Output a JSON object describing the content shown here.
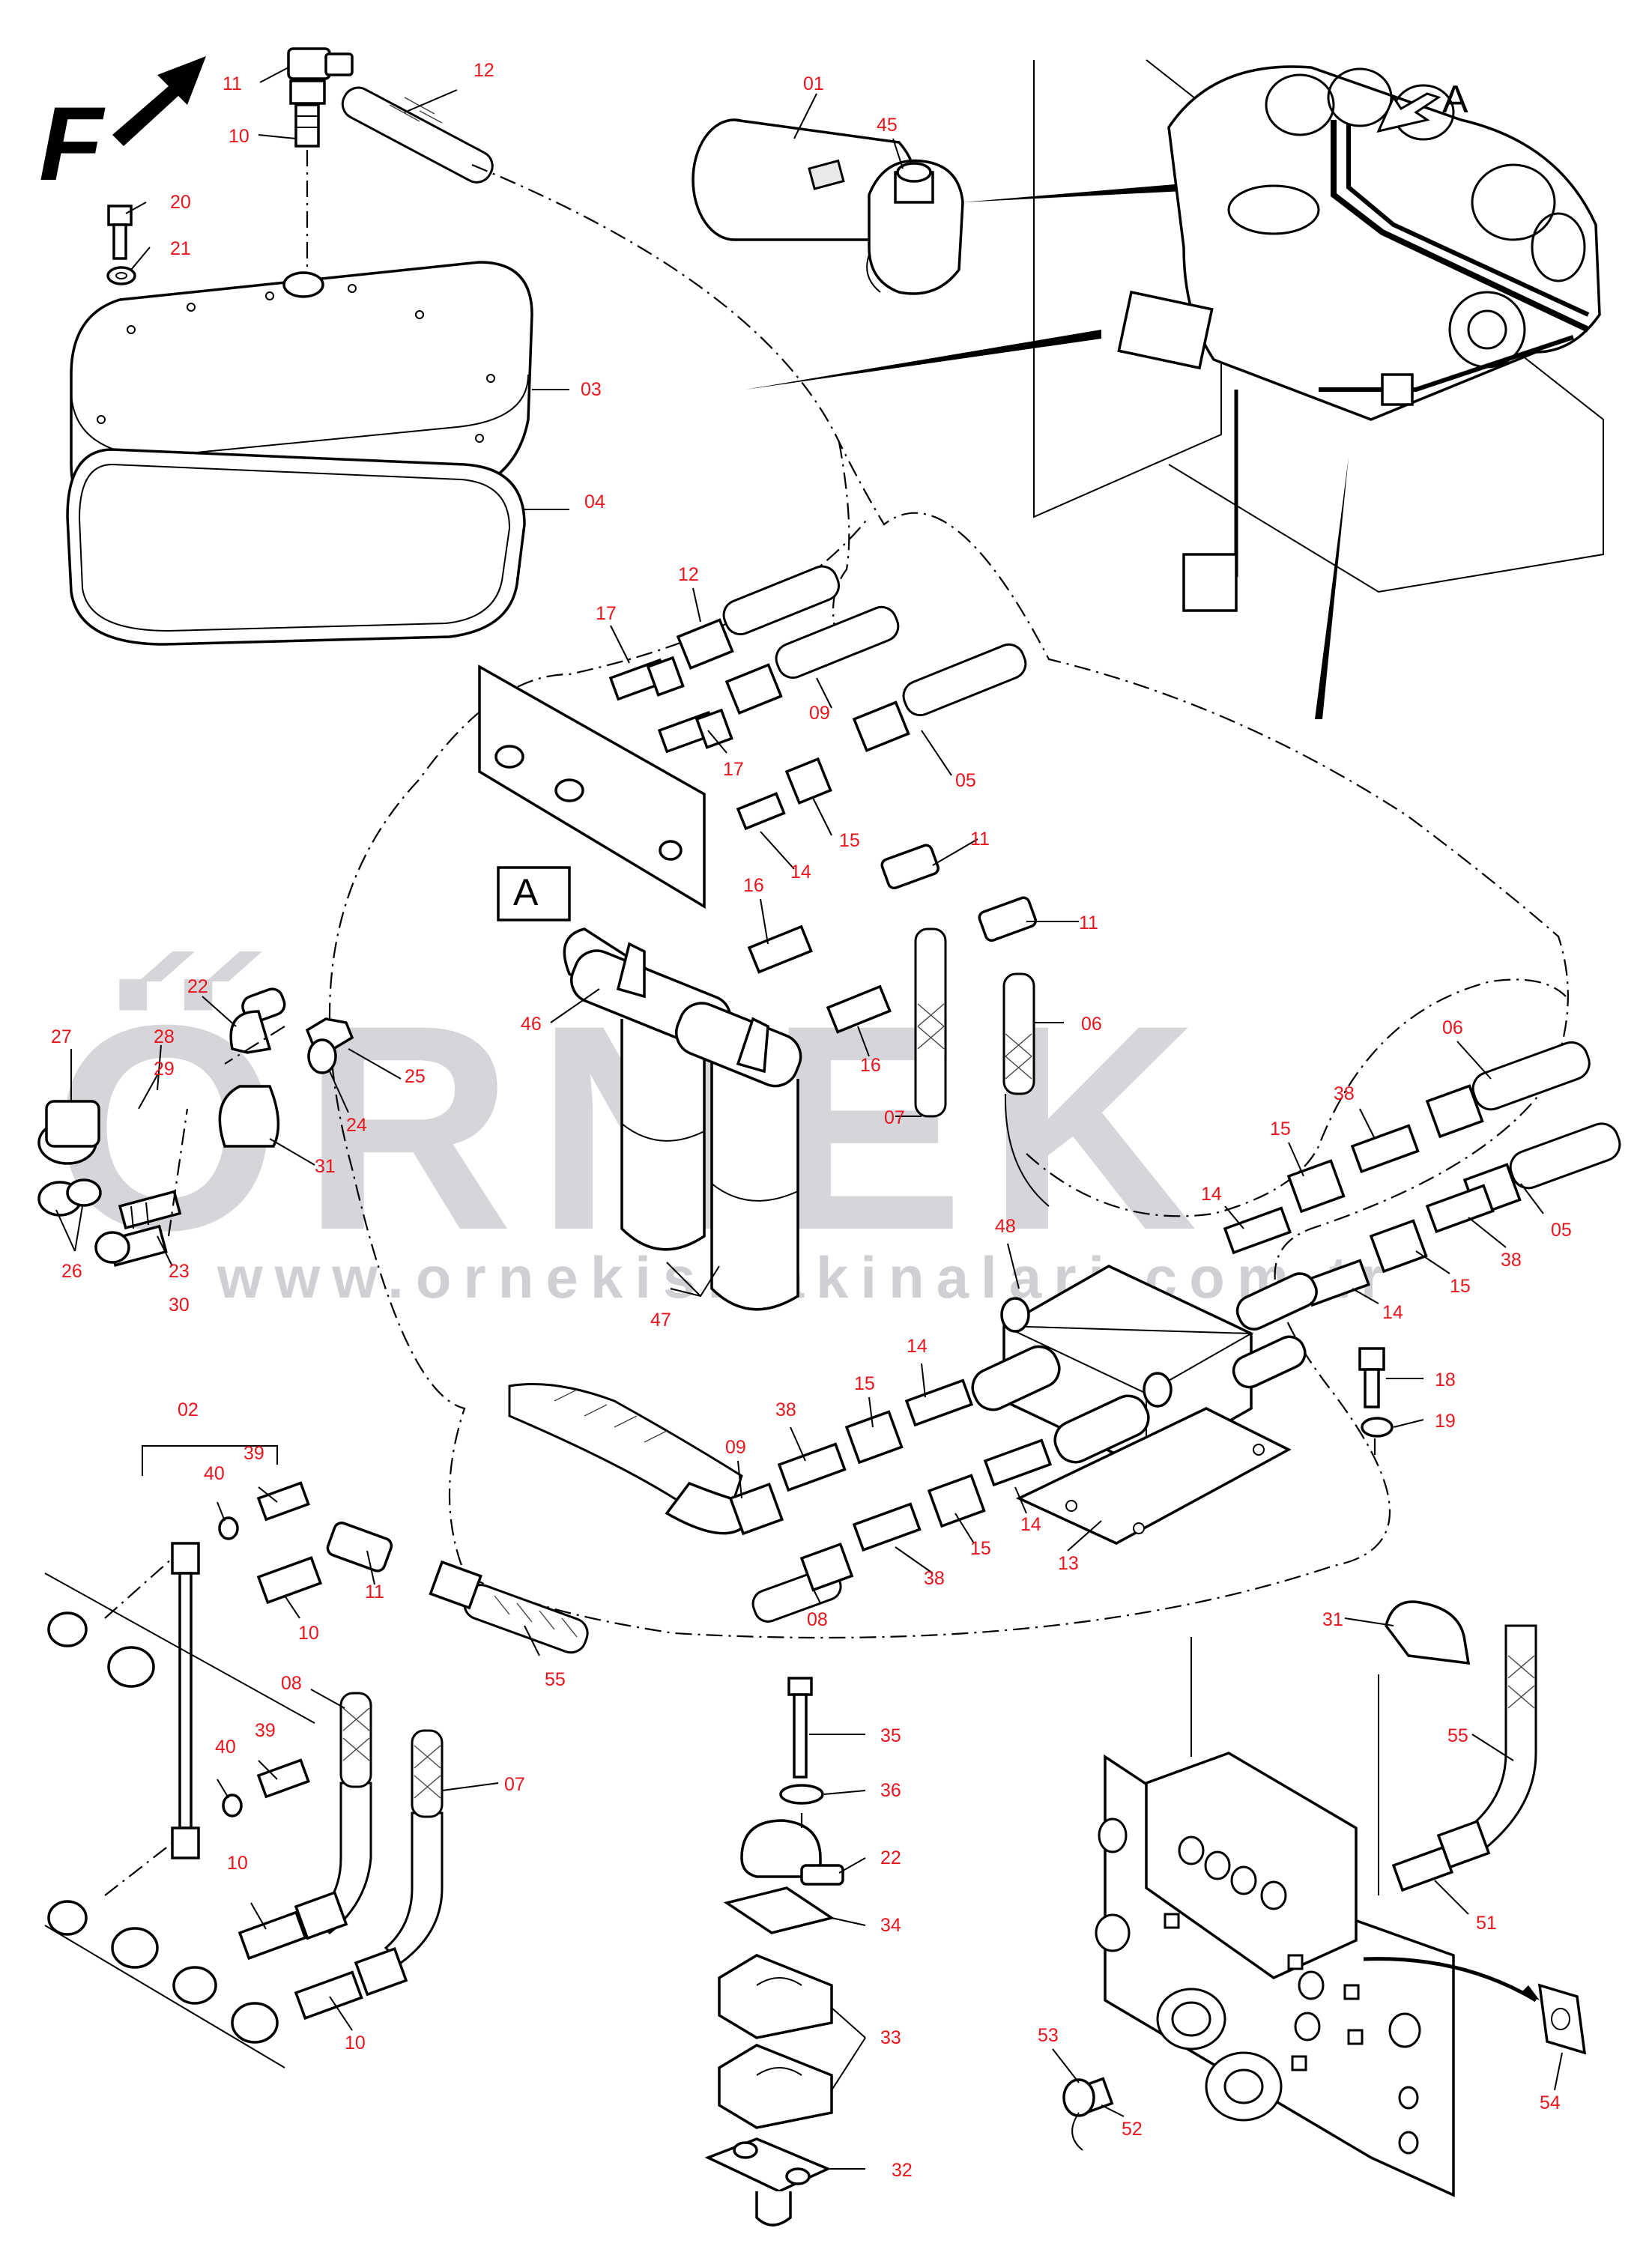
{
  "diagram": {
    "direction_mark": "F",
    "view_label": "A",
    "view_box_label": "A",
    "watermark": {
      "brand": "ÖRNEK",
      "url": "www.ornekismakinalari.com.tr"
    },
    "callouts": [
      "11",
      "12",
      "10",
      "20",
      "21",
      "03",
      "04",
      "01",
      "45",
      "17",
      "12",
      "09",
      "17",
      "05",
      "15",
      "14",
      "11",
      "11",
      "16",
      "16",
      "46",
      "06",
      "07",
      "06",
      "22",
      "28",
      "27",
      "29",
      "25",
      "24",
      "31",
      "26",
      "23",
      "30",
      "38",
      "15",
      "14",
      "05",
      "38",
      "15",
      "14",
      "48",
      "47",
      "02",
      "39",
      "40",
      "10",
      "11",
      "09",
      "38",
      "15",
      "14",
      "15",
      "14",
      "08",
      "38",
      "13",
      "18",
      "19",
      "55",
      "08",
      "07",
      "39",
      "40",
      "10",
      "10",
      "35",
      "36",
      "22",
      "34",
      "33",
      "32",
      "31",
      "55",
      "51",
      "53",
      "52",
      "54"
    ]
  }
}
